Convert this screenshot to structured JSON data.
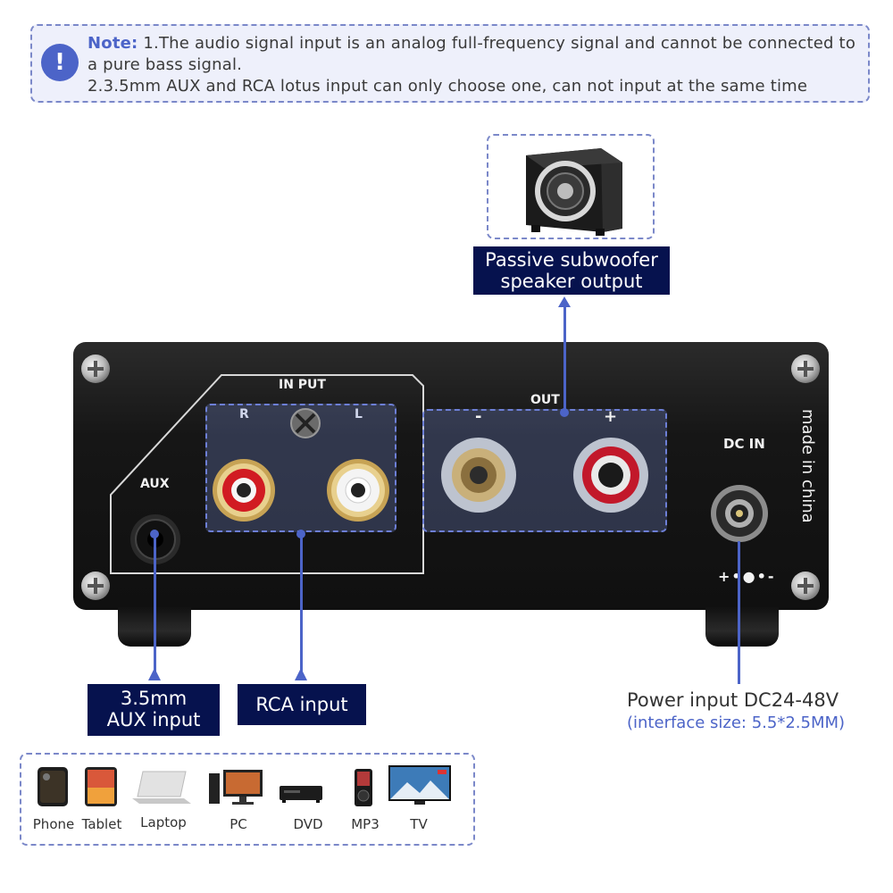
{
  "note": {
    "label": "Note:",
    "line1": "1.The audio signal input is an analog full-frequency signal and cannot be connected to a pure bass signal.",
    "line2": "2.3.5mm AUX and RCA lotus input can only choose one, can not input at the same time",
    "icon": "exclamation-icon"
  },
  "callouts": {
    "subwoofer_line1": "Passive subwoofer",
    "subwoofer_line2": "speaker output",
    "aux_line1": "3.5mm",
    "aux_line2": "AUX input",
    "rca": "RCA input",
    "power_line1": "Power input DC24-48V",
    "power_line2": "(interface size: 5.5*2.5MM)"
  },
  "panel": {
    "input_title": "IN PUT",
    "r": "R",
    "l": "L",
    "aux": "AUX",
    "out": "OUT",
    "minus": "-",
    "plus": "+",
    "dc_in": "DC IN",
    "made_in": "made in china",
    "polarity": "+•●•-"
  },
  "sources": [
    "Phone",
    "Tablet",
    "Laptop",
    "PC",
    "DVD",
    "MP3",
    "TV"
  ],
  "colors": {
    "accent": "#4c64c8",
    "navy": "#06124e",
    "dashed": "#7b88c9"
  }
}
